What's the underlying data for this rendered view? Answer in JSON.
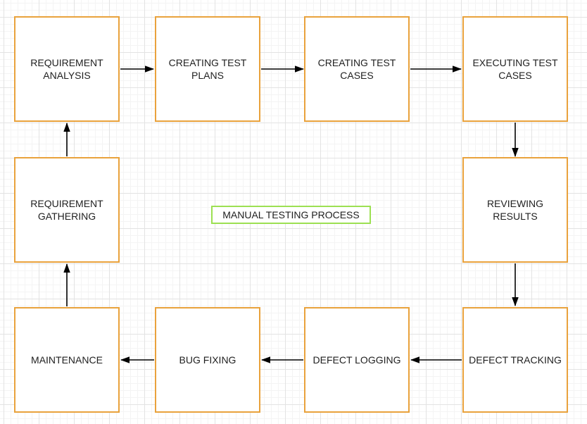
{
  "diagram": {
    "center_label": "MANUAL TESTING PROCESS",
    "nodes": [
      {
        "id": "requirement-analysis",
        "label": "REQUIREMENT ANALYSIS"
      },
      {
        "id": "creating-test-plans",
        "label": "CREATING TEST PLANS"
      },
      {
        "id": "creating-test-cases",
        "label": "CREATING TEST CASES"
      },
      {
        "id": "executing-test-cases",
        "label": "EXECUTING TEST CASES"
      },
      {
        "id": "reviewing-results",
        "label": "REVIEWING RESULTS"
      },
      {
        "id": "defect-tracking",
        "label": "DEFECT TRACKING"
      },
      {
        "id": "defect-logging",
        "label": "DEFECT LOGGING"
      },
      {
        "id": "bug-fixing",
        "label": "BUG FIXING"
      },
      {
        "id": "maintenance",
        "label": "MAINTENANCE"
      },
      {
        "id": "requirement-gathering",
        "label": "REQUIREMENT GATHERING"
      }
    ],
    "connections": [
      {
        "from": "requirement-analysis",
        "to": "creating-test-plans"
      },
      {
        "from": "creating-test-plans",
        "to": "creating-test-cases"
      },
      {
        "from": "creating-test-cases",
        "to": "executing-test-cases"
      },
      {
        "from": "executing-test-cases",
        "to": "reviewing-results"
      },
      {
        "from": "reviewing-results",
        "to": "defect-tracking"
      },
      {
        "from": "defect-tracking",
        "to": "defect-logging"
      },
      {
        "from": "defect-logging",
        "to": "bug-fixing"
      },
      {
        "from": "bug-fixing",
        "to": "maintenance"
      },
      {
        "from": "maintenance",
        "to": "requirement-gathering"
      },
      {
        "from": "requirement-gathering",
        "to": "requirement-analysis"
      }
    ],
    "colors": {
      "node_border": "#e9a23c",
      "node_fill": "#ffffff",
      "title_border": "#9ce052",
      "arrow": "#000000",
      "text": "#1f1f1f",
      "grid_minor": "#f4f4f4",
      "grid_major": "#e3e3e3",
      "background": "#ffffff"
    }
  }
}
